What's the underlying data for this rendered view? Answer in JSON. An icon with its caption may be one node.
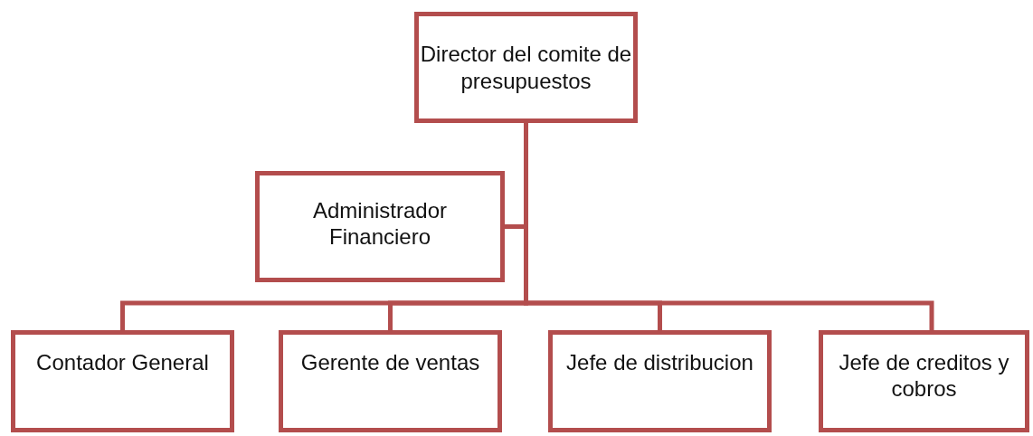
{
  "diagram": {
    "nodes": [
      {
        "text": [
          "Director del comite de presupuestos"
        ]
      },
      {
        "text": [
          "Administrador Financiero"
        ]
      },
      {
        "text": [
          "Contador General"
        ]
      },
      {
        "text": [
          "Gerente de ventas"
        ]
      },
      {
        "text": [
          "Jefe de distribucion"
        ]
      },
      {
        "text": [
          "Jefe de creditos y cobros"
        ]
      }
    ],
    "edges": [
      {
        "from": 0,
        "to": 1,
        "arrow": "none"
      },
      {
        "from": 0,
        "to": 2,
        "arrow": "none"
      },
      {
        "from": 0,
        "to": 3,
        "arrow": "none"
      },
      {
        "from": 0,
        "to": 4,
        "arrow": "none"
      },
      {
        "from": 0,
        "to": 5,
        "arrow": "none"
      }
    ]
  }
}
